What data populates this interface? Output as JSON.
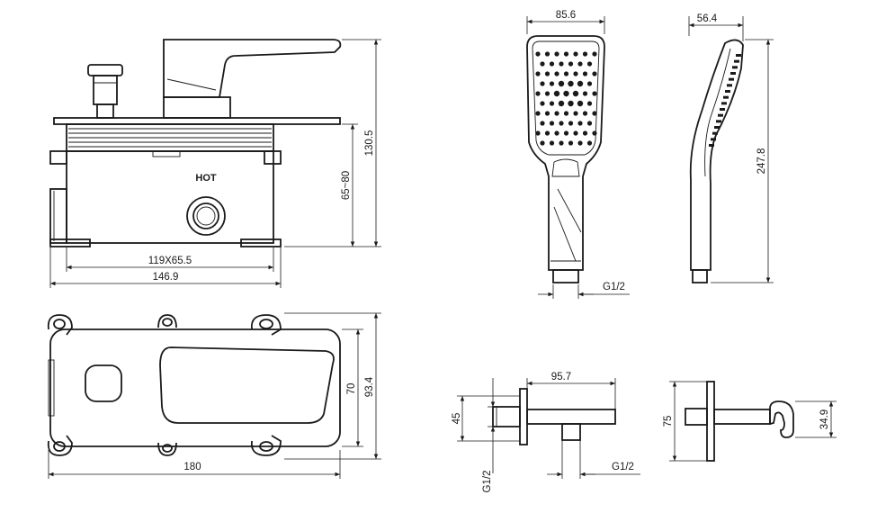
{
  "mixer_label": "HOT",
  "dimensions": {
    "box_width": "119X65.5",
    "overall_width": "146.9",
    "depth_range": "65~80",
    "total_height": "130.5",
    "head_width": "85.6",
    "side_width": "56.4",
    "shower_length": "247.8",
    "shower_thread": "G1/2",
    "plate_width": "180",
    "plate_inner_height": "70",
    "plate_height": "93.4",
    "outlet_length": "95.7",
    "outlet_height": "45",
    "outlet_thread_bottom": "G1/2",
    "outlet_thread_left": "G1/2",
    "holder_height": "75",
    "holder_size": "34.9"
  }
}
